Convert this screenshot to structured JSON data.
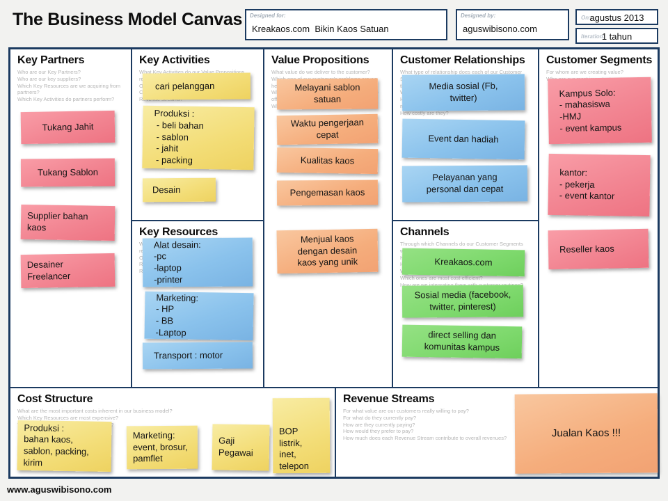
{
  "page": {
    "title": "The Business Model Canvas",
    "footer": "www.aguswibisono.com"
  },
  "header": {
    "designed_for": {
      "label": "Designed for:",
      "value": "Kreakaos.com  Bikin Kaos Satuan"
    },
    "designed_by": {
      "label": "Designed by:",
      "value": "aguswibisono.com"
    },
    "date": {
      "label": "On:",
      "value": "agustus 2013"
    },
    "iteration": {
      "label": "Iteration:",
      "value": "1 tahun"
    }
  },
  "colors": {
    "border": "#1b3a60",
    "note_pink": "#f28592",
    "note_yellow": "#f3dd77",
    "note_orange": "#f5ad7c",
    "note_blue": "#8ac2ec",
    "note_green": "#7ed96d",
    "hint_gray": "#b5b5b5"
  },
  "sections": {
    "key_partners": {
      "title": "Key Partners",
      "hint": "Who are our Key Partners?\nWho are our key suppliers?\nWhich Key Resources are we acquiring from partners?\nWhich Key Activities do partners perform?",
      "notes": [
        "Tukang Jahit",
        "Tukang Sablon",
        "Supplier bahan\nkaos",
        "Desainer\nFreelancer"
      ]
    },
    "key_activities": {
      "title": "Key Activities",
      "hint": "What Key Activities do our Value Propositions require?\nOur Distribution Channels?\nCustomer Relationships?\nRevenue streams?",
      "notes": [
        "cari pelanggan",
        "Produksi :\n - beli bahan\n - sablon\n - jahit\n - packing",
        "Desain"
      ]
    },
    "key_resources": {
      "title": "Key Resources",
      "hint": "What Key Resources do our Value Propositions require?\nOur Distribution Channels? Customer Relationships?\nRevenue Streams?",
      "notes": [
        "Alat desain:\n-pc\n-laptop\n-printer",
        "Marketing:\n- HP\n- BB\n-Laptop",
        "Transport : motor"
      ]
    },
    "value_propositions": {
      "title": "Value Propositions",
      "hint": "What value do we deliver to the customer?\nWhich one of our customer's problems are we helping to solve?\nWhat bundles of products and services are we offering to each Customer Segment?\nWhich customer needs are we satisfying?",
      "notes": [
        "Melayani sablon\nsatuan",
        "Waktu pengerjaan\ncepat",
        "Kualitas kaos",
        "Pengemasan kaos",
        "Menjual kaos\ndengan desain\nkaos yang unik"
      ]
    },
    "customer_relationships": {
      "title": "Customer Relationships",
      "hint": "What type of relationship does each of our Customer Segments expect us to establish and maintain with them?\nWhich ones have we established?\nHow are they integrated with the rest of our business model?\nHow costly are they?",
      "notes": [
        "Media sosial (Fb,\ntwitter)",
        "Event dan hadiah",
        "Pelayanan yang\npersonal dan cepat"
      ]
    },
    "channels": {
      "title": "Channels",
      "hint": "Through which Channels do our Customer Segments want to be reached?\nHow are we reaching them now?\nHow are our Channels integrated?\nWhich ones work best?\nWhich ones are most cost-efficient?\nHow are we integrating them with customer routines?",
      "notes": [
        "Kreakaos.com",
        "Sosial media (facebook,\ntwitter, pinterest)",
        "direct selling dan\nkomunitas kampus"
      ]
    },
    "customer_segments": {
      "title": "Customer Segments",
      "hint": "For whom are we creating value?\nWho are our most important customers?",
      "notes": [
        "Kampus Solo:\n- mahasiswa\n-HMJ\n- event kampus",
        "kantor:\n- pekerja\n- event kantor",
        "Reseller kaos"
      ]
    },
    "cost_structure": {
      "title": "Cost Structure",
      "hint": "What are the most important costs inherent in our business model?\nWhich Key Resources are most expensive?\nWhich Key Activities are most expensive?",
      "notes": [
        "Produksi :\nbahan kaos,\nsablon, packing,\nkirim",
        "Marketing:\nevent, brosur,\npamflet",
        "Gaji\nPegawai",
        "BOP\nlistrik,\ninet,\ntelepon"
      ]
    },
    "revenue_streams": {
      "title": "Revenue Streams",
      "hint": "For what value are our customers really willing to pay?\nFor what do they currently pay?\nHow are they currently paying?\nHow would they prefer to pay?\nHow much does each Revenue Stream contribute to overall revenues?",
      "notes": [
        "Jualan Kaos !!!"
      ]
    }
  }
}
